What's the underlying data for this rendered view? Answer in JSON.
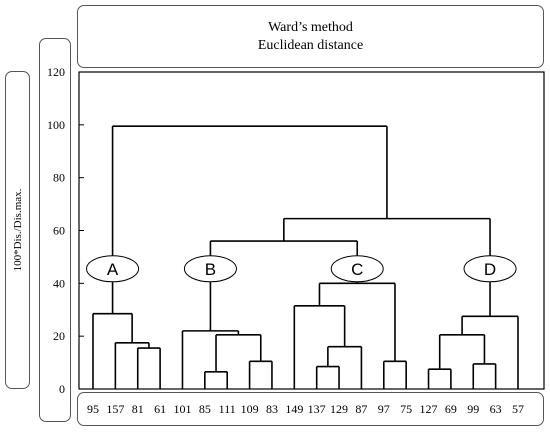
{
  "chart_data": {
    "type": "dendrogram",
    "title": "Ward’s method",
    "subtitle": "Euclidean distance",
    "ylabel": "100*Dis./Dis.max.",
    "xlabel": "",
    "ylim": [
      0,
      120
    ],
    "yticks": [
      0,
      20,
      40,
      60,
      80,
      100,
      120
    ],
    "grid": false,
    "leaves": [
      "95",
      "157",
      "81",
      "61",
      "101",
      "85",
      "111",
      "109",
      "83",
      "149",
      "137",
      "129",
      "87",
      "97",
      "75",
      "127",
      "69",
      "99",
      "63",
      "57"
    ],
    "merges": [
      {
        "left": "81",
        "right": "61",
        "height": 15.5
      },
      {
        "left": "157",
        "right": "m0",
        "height": 17.5
      },
      {
        "left": "95",
        "right": "m1",
        "height": 28.5
      },
      {
        "left": "85",
        "right": "111",
        "height": 6.5
      },
      {
        "left": "83",
        "right": "109",
        "height": 10.5
      },
      {
        "left": "m4",
        "right": "m3",
        "height": 20.5
      },
      {
        "left": "101",
        "right": "m5",
        "height": 22.0
      },
      {
        "left": "137",
        "right": "129",
        "height": 8.5
      },
      {
        "left": "87",
        "right": "m7",
        "height": 16.0
      },
      {
        "left": "149",
        "right": "m8",
        "height": 31.5
      },
      {
        "left": "75",
        "right": "97",
        "height": 10.5
      },
      {
        "left": "m9",
        "right": "m10",
        "height": 40.0
      },
      {
        "left": "127",
        "right": "69",
        "height": 7.5
      },
      {
        "left": "63",
        "right": "99",
        "height": 9.5
      },
      {
        "left": "m12",
        "right": "m13",
        "height": 20.5
      },
      {
        "left": "m14",
        "right": "57",
        "height": 27.5
      },
      {
        "left": "m6",
        "right": "m11",
        "height": 56.0
      },
      {
        "left": "m16",
        "right": "m15",
        "height": 64.5
      },
      {
        "left": "m2",
        "right": "m17",
        "height": 99.5
      }
    ],
    "cluster_labels": [
      {
        "label": "A",
        "node": "m2"
      },
      {
        "label": "B",
        "node": "m6"
      },
      {
        "label": "C",
        "node": "m11"
      },
      {
        "label": "D",
        "node": "m15"
      }
    ]
  }
}
